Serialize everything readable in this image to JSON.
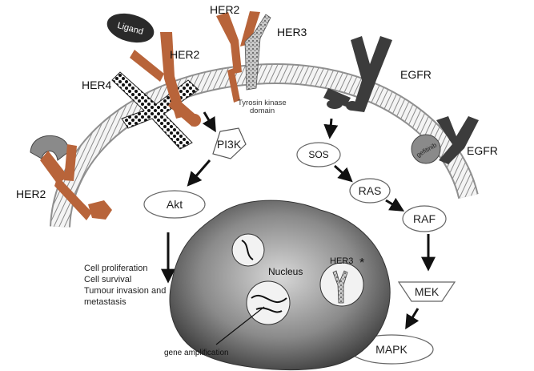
{
  "receptors": {
    "ligand": "Ligand",
    "her2_top": "HER2",
    "her2_inner": "HER2",
    "her3_top": "HER3",
    "her4": "HER4",
    "egfr_top": "EGFR",
    "egfr_right": "EGFR",
    "her2_left": "HER2",
    "kinase_domain": [
      "Tyrosin kinase",
      "domain"
    ],
    "gefitinib": "gefitinib"
  },
  "pathway": {
    "pi3k": "PI3K",
    "akt": "Akt",
    "sos": "SOS",
    "ras": "RAS",
    "raf": "RAF",
    "mek": "MEK",
    "mapk": "MAPK"
  },
  "nucleus": {
    "label": "Nucleus",
    "her3_mutant": "HER3",
    "mutation_mark": "*",
    "gene_amplification": "gene amplification"
  },
  "outcomes": [
    "Cell proliferation",
    "Cell survival",
    "Tumour invasion and",
    "metastasis"
  ],
  "colors": {
    "receptor_orange": "#b8643a",
    "dark_gray": "#3c3c3c",
    "membrane": "#9a9a9a",
    "arrow": "#111111"
  }
}
